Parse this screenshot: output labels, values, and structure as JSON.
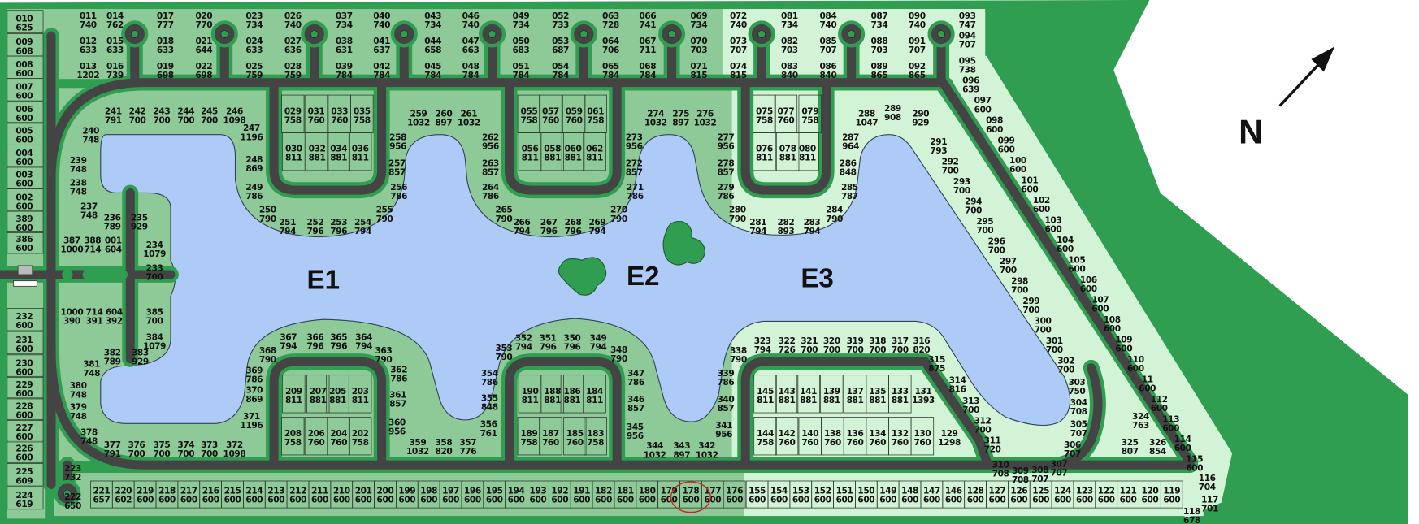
{
  "map": {
    "zones": [
      {
        "label": "E1"
      },
      {
        "label": "E2"
      },
      {
        "label": "E3"
      }
    ],
    "north_label": "N",
    "highlighted_lot": "178",
    "colors": {
      "site_green": "#2f9e50",
      "lots_phase_1_2": "#8ec998",
      "lots_phase_3": "#d3f3d6",
      "lake": "#aecbf7",
      "road": "#444444",
      "highlight_circle": "#d42020"
    }
  },
  "lots": [
    [
      "010",
      "625"
    ],
    [
      "009",
      "608"
    ],
    [
      "008",
      "600"
    ],
    [
      "007",
      "600"
    ],
    [
      "006",
      "600"
    ],
    [
      "005",
      "600"
    ],
    [
      "004",
      "600"
    ],
    [
      "003",
      "600"
    ],
    [
      "002",
      "600"
    ],
    [
      "389",
      "600"
    ],
    [
      "386",
      "600"
    ],
    [
      "232",
      "600"
    ],
    [
      "231",
      "600"
    ],
    [
      "230",
      "600"
    ],
    [
      "229",
      "600"
    ],
    [
      "228",
      "600"
    ],
    [
      "227",
      "600"
    ],
    [
      "226",
      "600"
    ],
    [
      "225",
      "609"
    ],
    [
      "224",
      "619"
    ],
    [
      "011",
      "740"
    ],
    [
      "014",
      "762"
    ],
    [
      "017",
      "777"
    ],
    [
      "020",
      "770"
    ],
    [
      "023",
      "734"
    ],
    [
      "026",
      "740"
    ],
    [
      "037",
      "734"
    ],
    [
      "040",
      "740"
    ],
    [
      "043",
      "734"
    ],
    [
      "046",
      "740"
    ],
    [
      "049",
      "734"
    ],
    [
      "052",
      "733"
    ],
    [
      "063",
      "728"
    ],
    [
      "066",
      "741"
    ],
    [
      "069",
      "734"
    ],
    [
      "072",
      "740"
    ],
    [
      "081",
      "734"
    ],
    [
      "084",
      "740"
    ],
    [
      "087",
      "734"
    ],
    [
      "090",
      "740"
    ],
    [
      "093",
      "747"
    ],
    [
      "012",
      "633"
    ],
    [
      "015",
      "633"
    ],
    [
      "018",
      "633"
    ],
    [
      "021",
      "644"
    ],
    [
      "024",
      "633"
    ],
    [
      "027",
      "636"
    ],
    [
      "038",
      "631"
    ],
    [
      "041",
      "637"
    ],
    [
      "044",
      "658"
    ],
    [
      "047",
      "663"
    ],
    [
      "050",
      "683"
    ],
    [
      "053",
      "687"
    ],
    [
      "064",
      "706"
    ],
    [
      "067",
      "711"
    ],
    [
      "070",
      "703"
    ],
    [
      "073",
      "707"
    ],
    [
      "082",
      "703"
    ],
    [
      "085",
      "707"
    ],
    [
      "088",
      "703"
    ],
    [
      "091",
      "707"
    ],
    [
      "094",
      "707"
    ],
    [
      "013",
      "1202"
    ],
    [
      "016",
      "739"
    ],
    [
      "019",
      "698"
    ],
    [
      "022",
      "698"
    ],
    [
      "025",
      "759"
    ],
    [
      "028",
      "759"
    ],
    [
      "039",
      "784"
    ],
    [
      "042",
      "784"
    ],
    [
      "045",
      "784"
    ],
    [
      "048",
      "784"
    ],
    [
      "051",
      "784"
    ],
    [
      "054",
      "784"
    ],
    [
      "065",
      "784"
    ],
    [
      "068",
      "784"
    ],
    [
      "071",
      "815"
    ],
    [
      "074",
      "815"
    ],
    [
      "083",
      "840"
    ],
    [
      "086",
      "840"
    ],
    [
      "089",
      "865"
    ],
    [
      "092",
      "865"
    ],
    [
      "095",
      "738"
    ],
    [
      "096",
      "639"
    ],
    [
      "097",
      "600"
    ],
    [
      "098",
      "600"
    ],
    [
      "099",
      "600"
    ],
    [
      "100",
      "600"
    ],
    [
      "101",
      "600"
    ],
    [
      "102",
      "600"
    ],
    [
      "103",
      "600"
    ],
    [
      "104",
      "600"
    ],
    [
      "105",
      "600"
    ],
    [
      "106",
      "600"
    ],
    [
      "107",
      "600"
    ],
    [
      "108",
      "600"
    ],
    [
      "109",
      "600"
    ],
    [
      "110",
      "600"
    ],
    [
      "11",
      "600"
    ],
    [
      "112",
      "600"
    ],
    [
      "113",
      "600"
    ],
    [
      "114",
      "600"
    ],
    [
      "115",
      "600"
    ],
    [
      "116",
      "704"
    ],
    [
      "117",
      "701"
    ],
    [
      "118",
      "678"
    ],
    [
      "291",
      "793"
    ],
    [
      "292",
      "700"
    ],
    [
      "293",
      "700"
    ],
    [
      "294",
      "700"
    ],
    [
      "295",
      "700"
    ],
    [
      "296",
      "700"
    ],
    [
      "297",
      "700"
    ],
    [
      "298",
      "700"
    ],
    [
      "299",
      "700"
    ],
    [
      "300",
      "700"
    ],
    [
      "301",
      "700"
    ],
    [
      "302",
      "700"
    ],
    [
      "303",
      "750"
    ],
    [
      "304",
      "708"
    ],
    [
      "305",
      "707"
    ],
    [
      "306",
      "707"
    ],
    [
      "307",
      "707"
    ],
    [
      "308",
      "707"
    ],
    [
      "309",
      "708"
    ],
    [
      "310",
      "708"
    ],
    [
      "311",
      "720"
    ],
    [
      "312",
      "700"
    ],
    [
      "313",
      "700"
    ],
    [
      "314",
      "816"
    ],
    [
      "315",
      "875"
    ],
    [
      "075",
      "758"
    ],
    [
      "077",
      "760"
    ],
    [
      "079",
      "758"
    ],
    [
      "076",
      "811"
    ],
    [
      "078",
      "881"
    ],
    [
      "080",
      "811"
    ],
    [
      "288",
      "1047"
    ],
    [
      "289",
      "908"
    ],
    [
      "290",
      "929"
    ],
    [
      "287",
      "964"
    ],
    [
      "286",
      "848"
    ],
    [
      "285",
      "787"
    ],
    [
      "284",
      "790"
    ],
    [
      "283",
      "794"
    ],
    [
      "282",
      "893"
    ],
    [
      "281",
      "794"
    ],
    [
      "280",
      "790"
    ],
    [
      "279",
      "786"
    ],
    [
      "278",
      "857"
    ],
    [
      "277",
      "956"
    ],
    [
      "276",
      "1032"
    ],
    [
      "275",
      "897"
    ],
    [
      "274",
      "1032"
    ],
    [
      "273",
      "956"
    ],
    [
      "272",
      "857"
    ],
    [
      "271",
      "786"
    ],
    [
      "270",
      "790"
    ],
    [
      "269",
      "794"
    ],
    [
      "268",
      "796"
    ],
    [
      "267",
      "796"
    ],
    [
      "266",
      "794"
    ],
    [
      "265",
      "790"
    ],
    [
      "264",
      "786"
    ],
    [
      "263",
      "857"
    ],
    [
      "262",
      "956"
    ],
    [
      "261",
      "1032"
    ],
    [
      "260",
      "897"
    ],
    [
      "259",
      "1032"
    ],
    [
      "258",
      "956"
    ],
    [
      "257",
      "857"
    ],
    [
      "256",
      "786"
    ],
    [
      "255",
      "790"
    ],
    [
      "254",
      "794"
    ],
    [
      "253",
      "796"
    ],
    [
      "252",
      "796"
    ],
    [
      "251",
      "794"
    ],
    [
      "250",
      "790"
    ],
    [
      "249",
      "786"
    ],
    [
      "248",
      "869"
    ],
    [
      "247",
      "1196"
    ],
    [
      "246",
      "1098"
    ],
    [
      "245",
      "700"
    ],
    [
      "244",
      "700"
    ],
    [
      "243",
      "700"
    ],
    [
      "242",
      "700"
    ],
    [
      "241",
      "791"
    ],
    [
      "240",
      "748"
    ],
    [
      "239",
      "748"
    ],
    [
      "238",
      "748"
    ],
    [
      "237",
      "748"
    ],
    [
      "236",
      "789"
    ],
    [
      "235",
      "929"
    ],
    [
      "234",
      "1079"
    ],
    [
      "233",
      "700"
    ],
    [
      "029",
      "758"
    ],
    [
      "031",
      "760"
    ],
    [
      "033",
      "760"
    ],
    [
      "035",
      "758"
    ],
    [
      "030",
      "811"
    ],
    [
      "032",
      "881"
    ],
    [
      "034",
      "881"
    ],
    [
      "036",
      "811"
    ],
    [
      "055",
      "758"
    ],
    [
      "057",
      "760"
    ],
    [
      "059",
      "760"
    ],
    [
      "061",
      "758"
    ],
    [
      "056",
      "811"
    ],
    [
      "058",
      "881"
    ],
    [
      "060",
      "881"
    ],
    [
      "062",
      "811"
    ],
    [
      "387",
      "1000"
    ],
    [
      "388",
      "714"
    ],
    [
      "001",
      "604"
    ],
    [
      "1000",
      "390"
    ],
    [
      "714",
      "391"
    ],
    [
      "604",
      "392"
    ],
    [
      "385",
      "700"
    ],
    [
      "384",
      "1079"
    ],
    [
      "382",
      "789"
    ],
    [
      "383",
      "929"
    ],
    [
      "381",
      "748"
    ],
    [
      "380",
      "748"
    ],
    [
      "379",
      "748"
    ],
    [
      "378",
      "748"
    ],
    [
      "377",
      "791"
    ],
    [
      "376",
      "700"
    ],
    [
      "375",
      "700"
    ],
    [
      "374",
      "700"
    ],
    [
      "373",
      "700"
    ],
    [
      "372",
      "1098"
    ],
    [
      "371",
      "1196"
    ],
    [
      "370",
      "869"
    ],
    [
      "369",
      "786"
    ],
    [
      "368",
      "790"
    ],
    [
      "367",
      "794"
    ],
    [
      "366",
      "796"
    ],
    [
      "365",
      "796"
    ],
    [
      "364",
      "794"
    ],
    [
      "363",
      "790"
    ],
    [
      "362",
      "786"
    ],
    [
      "361",
      "857"
    ],
    [
      "360",
      "956"
    ],
    [
      "359",
      "1032"
    ],
    [
      "358",
      "820"
    ],
    [
      "357",
      "776"
    ],
    [
      "356",
      "761"
    ],
    [
      "355",
      "848"
    ],
    [
      "354",
      "786"
    ],
    [
      "353",
      "790"
    ],
    [
      "352",
      "794"
    ],
    [
      "351",
      "796"
    ],
    [
      "350",
      "796"
    ],
    [
      "349",
      "794"
    ],
    [
      "348",
      "790"
    ],
    [
      "347",
      "786"
    ],
    [
      "346",
      "857"
    ],
    [
      "345",
      "956"
    ],
    [
      "344",
      "1032"
    ],
    [
      "343",
      "897"
    ],
    [
      "342",
      "1032"
    ],
    [
      "341",
      "956"
    ],
    [
      "340",
      "857"
    ],
    [
      "339",
      "786"
    ],
    [
      "338",
      "790"
    ],
    [
      "323",
      "794"
    ],
    [
      "322",
      "726"
    ],
    [
      "321",
      "700"
    ],
    [
      "320",
      "700"
    ],
    [
      "319",
      "700"
    ],
    [
      "318",
      "700"
    ],
    [
      "317",
      "700"
    ],
    [
      "316",
      "820"
    ],
    [
      "209",
      "811"
    ],
    [
      "207",
      "881"
    ],
    [
      "205",
      "881"
    ],
    [
      "203",
      "811"
    ],
    [
      "208",
      "758"
    ],
    [
      "206",
      "760"
    ],
    [
      "204",
      "760"
    ],
    [
      "202",
      "758"
    ],
    [
      "190",
      "811"
    ],
    [
      "188",
      "881"
    ],
    [
      "186",
      "881"
    ],
    [
      "184",
      "811"
    ],
    [
      "189",
      "758"
    ],
    [
      "187",
      "760"
    ],
    [
      "185",
      "760"
    ],
    [
      "183",
      "758"
    ],
    [
      "145",
      "811"
    ],
    [
      "143",
      "881"
    ],
    [
      "141",
      "881"
    ],
    [
      "139",
      "881"
    ],
    [
      "137",
      "881"
    ],
    [
      "135",
      "881"
    ],
    [
      "133",
      "881"
    ],
    [
      "131",
      "1393"
    ],
    [
      "144",
      "758"
    ],
    [
      "142",
      "760"
    ],
    [
      "140",
      "760"
    ],
    [
      "138",
      "760"
    ],
    [
      "136",
      "760"
    ],
    [
      "134",
      "760"
    ],
    [
      "132",
      "760"
    ],
    [
      "130",
      "760"
    ],
    [
      "129",
      "1298"
    ],
    [
      "324",
      "763"
    ],
    [
      "325",
      "807"
    ],
    [
      "326",
      "854"
    ],
    [
      "223",
      "732"
    ],
    [
      "222",
      "650"
    ],
    [
      "221",
      "657"
    ],
    [
      "220",
      "602"
    ],
    [
      "219",
      "600"
    ],
    [
      "218",
      "600"
    ],
    [
      "217",
      "600"
    ],
    [
      "216",
      "600"
    ],
    [
      "215",
      "600"
    ],
    [
      "214",
      "600"
    ],
    [
      "213",
      "600"
    ],
    [
      "212",
      "600"
    ],
    [
      "211",
      "600"
    ],
    [
      "210",
      "600"
    ],
    [
      "201",
      "600"
    ],
    [
      "200",
      "600"
    ],
    [
      "199",
      "600"
    ],
    [
      "198",
      "600"
    ],
    [
      "197",
      "600"
    ],
    [
      "196",
      "600"
    ],
    [
      "195",
      "600"
    ],
    [
      "194",
      "600"
    ],
    [
      "193",
      "600"
    ],
    [
      "192",
      "600"
    ],
    [
      "191",
      "600"
    ],
    [
      "182",
      "600"
    ],
    [
      "181",
      "600"
    ],
    [
      "180",
      "600"
    ],
    [
      "179",
      "600"
    ],
    [
      "178",
      "600"
    ],
    [
      "177",
      "600"
    ],
    [
      "176",
      "600"
    ],
    [
      "155",
      "600"
    ],
    [
      "154",
      "600"
    ],
    [
      "153",
      "600"
    ],
    [
      "152",
      "600"
    ],
    [
      "151",
      "600"
    ],
    [
      "150",
      "600"
    ],
    [
      "149",
      "600"
    ],
    [
      "148",
      "600"
    ],
    [
      "147",
      "600"
    ],
    [
      "146",
      "600"
    ],
    [
      "128",
      "600"
    ],
    [
      "127",
      "600"
    ],
    [
      "126",
      "600"
    ],
    [
      "125",
      "600"
    ],
    [
      "124",
      "600"
    ],
    [
      "123",
      "600"
    ],
    [
      "122",
      "600"
    ],
    [
      "121",
      "600"
    ],
    [
      "120",
      "600"
    ],
    [
      "119",
      "600"
    ]
  ]
}
